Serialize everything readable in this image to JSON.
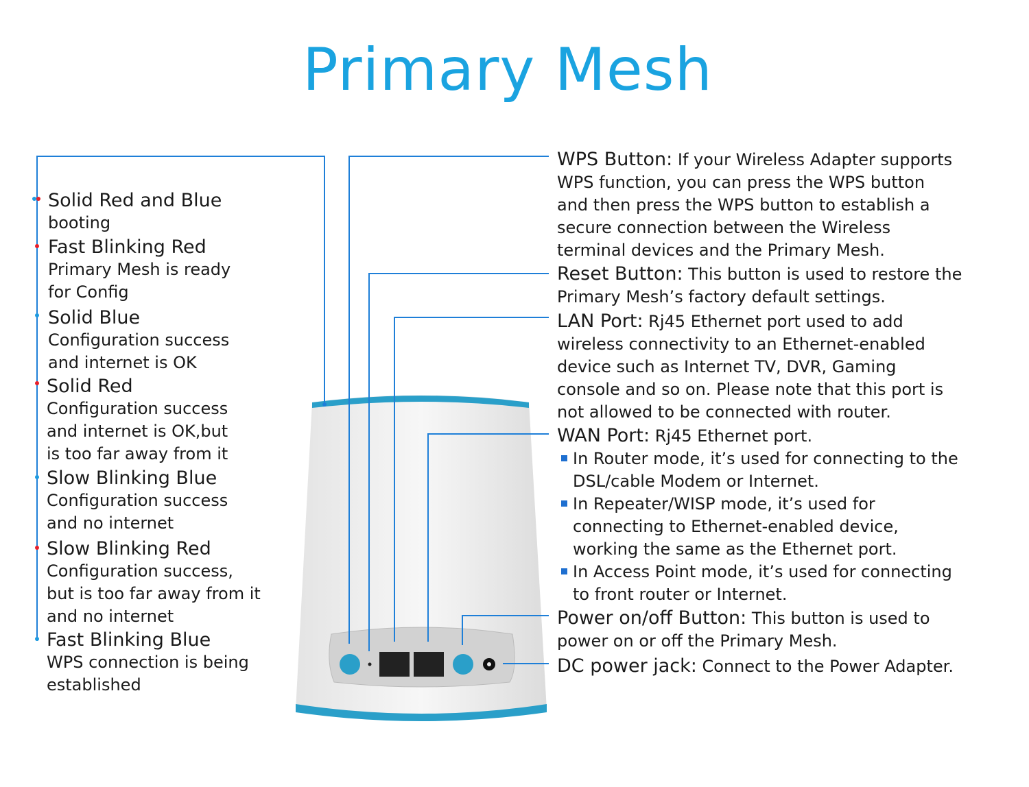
{
  "title": "Primary Mesh",
  "led_states": [
    {
      "name": "Solid Red and Blue",
      "desc": [
        "booting"
      ],
      "dot": [
        "#1e9be0",
        "#e8202a"
      ]
    },
    {
      "name": "Fast Blinking Red",
      "desc": [
        "Primary  Mesh is ready",
        "for Config"
      ],
      "dot": [
        "#e8202a"
      ]
    },
    {
      "name": "Solid Blue",
      "desc": [
        "Configuration success",
        "and internet is OK"
      ],
      "dot": [
        "#1e9be0"
      ]
    },
    {
      "name": "Solid Red",
      "desc": [
        "Configuration success",
        "and internet is OK,but",
        "is too far away from it"
      ],
      "dot": [
        "#e8202a"
      ]
    },
    {
      "name": "Slow Blinking Blue",
      "desc": [
        "Configuration success",
        "and no internet"
      ],
      "dot": [
        "#1e9be0"
      ]
    },
    {
      "name": "Slow Blinking Red",
      "desc": [
        "Configuration success,",
        "but is too far away from it",
        "and no internet"
      ],
      "dot": [
        "#e8202a"
      ]
    },
    {
      "name": "Fast Blinking Blue",
      "desc": [
        "WPS connection is being",
        "established"
      ],
      "dot": [
        "#1e9be0"
      ]
    }
  ],
  "ports": {
    "wps": {
      "name": "WPS Button:",
      "lines": [
        " If your Wireless Adapter supports",
        "WPS function, you can press the WPS button",
        "and then press the WPS button to establish a",
        "secure connection between the Wireless",
        "terminal devices and the Primary Mesh."
      ]
    },
    "reset": {
      "name": "Reset Button:",
      "lines": [
        " This button is used to restore the",
        "Primary Mesh’s factory default settings."
      ]
    },
    "lan": {
      "name": "LAN Port:",
      "lines": [
        " Rj45 Ethernet port used to add",
        "wireless connectivity to an Ethernet-enabled",
        "device such as Internet TV, DVR, Gaming",
        "console and so on. Please note that this port is",
        "not allowed to be connected with router."
      ]
    },
    "wan": {
      "name": "WAN Port:",
      "lines": [
        " Rj45 Ethernet port."
      ],
      "bullets": [
        [
          "In Router mode, it’s used for connecting to the",
          "DSL/cable Modem or Internet."
        ],
        [
          "In Repeater/WISP mode, it’s used for",
          "connecting to Ethernet-enabled device,",
          "working the same as the Ethernet port."
        ],
        [
          "In Access Point mode, it’s used for connecting",
          "to front router or Internet."
        ]
      ]
    },
    "power": {
      "name": "Power on/off Button:",
      "lines": [
        " This button is used to",
        "power on or off the Primary Mesh."
      ]
    },
    "dc": {
      "name": "DC power jack:",
      "lines": [
        " Connect to the Power Adapter."
      ]
    }
  },
  "colors": {
    "accent": "#1aa3e0",
    "line": "#1e7fd8",
    "red": "#e8202a"
  }
}
